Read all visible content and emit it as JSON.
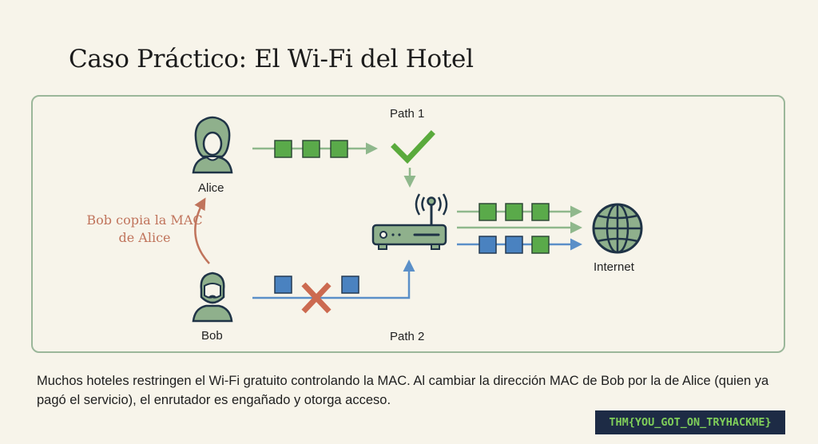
{
  "title": "Caso Práctico: El Wi-Fi del Hotel",
  "diagram": {
    "users": {
      "alice": {
        "label": "Alice",
        "icon": "user-female-icon"
      },
      "bob": {
        "label": "Bob",
        "icon": "user-male-bearded-icon"
      }
    },
    "annotation": "Bob copia la MAC de Alice",
    "paths": {
      "path1": {
        "label": "Path 1",
        "status": "allowed",
        "status_icon": "checkmark-icon",
        "packets": [
          "green",
          "green",
          "green"
        ]
      },
      "path2": {
        "label": "Path 2",
        "status": "blocked",
        "status_icon": "x-mark-icon",
        "packets": [
          "blue",
          "blue"
        ]
      }
    },
    "router": {
      "icon": "wifi-router-icon"
    },
    "outbound_streams": [
      {
        "color": "green",
        "packets": [
          "green",
          "green",
          "green"
        ]
      },
      {
        "color": "green",
        "packets": []
      },
      {
        "color": "blue",
        "packets": [
          "blue",
          "blue",
          "green"
        ]
      }
    ],
    "internet": {
      "label": "Internet",
      "icon": "globe-icon"
    }
  },
  "colors": {
    "background": "#f7f4ea",
    "panel_border": "#9bb79a",
    "green_packet": "#5aaa4a",
    "blue_packet": "#4a82c0",
    "green_line": "#8fb88c",
    "blue_line": "#5a8fc8",
    "check": "#5aaa3c",
    "cross": "#cc6a50",
    "annotation": "#c0745c",
    "icon_fill": "#8fb08c",
    "icon_stroke": "#1f3346",
    "flag_bg": "#1d2b45",
    "flag_text": "#7fce5a"
  },
  "caption": "Muchos hoteles restringen el Wi-Fi gratuito controlando la MAC. Al cambiar la dirección MAC de Bob por la de Alice (quien ya pagó el servicio), el enrutador es engañado y otorga acceso.",
  "flag": "THM{YOU_GOT_ON_TRYHACKME}"
}
